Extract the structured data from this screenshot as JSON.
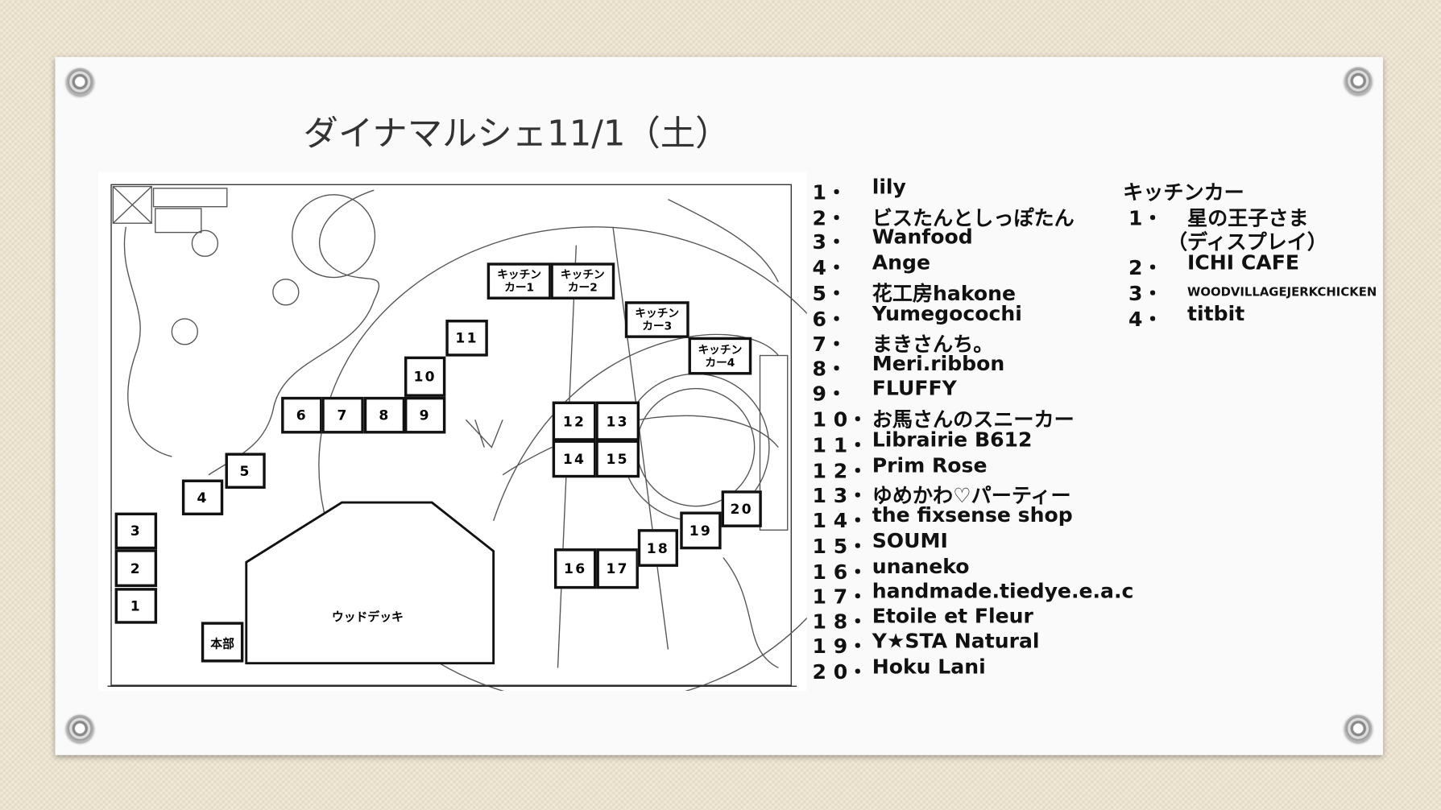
{
  "title": "ダイナマルシェ11/1（土）",
  "map": {
    "booths": [
      "1",
      "2",
      "3",
      "4",
      "5",
      "6",
      "7",
      "8",
      "9",
      "10",
      "11",
      "12",
      "13",
      "14",
      "15",
      "16",
      "17",
      "18",
      "19",
      "20"
    ],
    "kitchen_cars": [
      "キッチン\nカー1",
      "キッチン\nカー2",
      "キッチン\nカー3",
      "キッチン\nカー4"
    ],
    "headquarters": "本部",
    "wood_deck": "ウッドデッキ"
  },
  "vendors": [
    {
      "num": "1・",
      "name": "lily"
    },
    {
      "num": "2・",
      "name": "ビスたんとしっぽたん"
    },
    {
      "num": "3・",
      "name": "Wanfood"
    },
    {
      "num": "4・",
      "name": "Ange"
    },
    {
      "num": "5・",
      "name": "花工房hakone"
    },
    {
      "num": "6・",
      "name": "Yumegocochi"
    },
    {
      "num": "7・",
      "name": "まきさんち。"
    },
    {
      "num": "8・",
      "name": "Meri.ribbon"
    },
    {
      "num": "9・",
      "name": "FLUFFY"
    },
    {
      "num": "1 0・",
      "name": "お馬さんのスニーカー"
    },
    {
      "num": "1 1・",
      "name": "Librairie B612"
    },
    {
      "num": "1 2・",
      "name": "Prim Rose"
    },
    {
      "num": "1 3・",
      "name": "ゆめかわ♡パーティー"
    },
    {
      "num": "1 4・",
      "name": "the fixsense shop"
    },
    {
      "num": "1 5・",
      "name": "SOUMI"
    },
    {
      "num": "1 6・",
      "name": "unaneko"
    },
    {
      "num": "1 7・",
      "name": "handmade.tiedye.e.a.c"
    },
    {
      "num": "1 8・",
      "name": "Etoile et Fleur"
    },
    {
      "num": "1 9・",
      "name": "Y★STA Natural"
    },
    {
      "num": "2 0・",
      "name": "Hoku Lani"
    }
  ],
  "kitchen": {
    "header": "キッチンカー",
    "items": [
      {
        "num": "1・",
        "name": "星の王子さま",
        "sub": "（ディスプレイ）"
      },
      {
        "num": "2・",
        "name": "ICHI CAFE"
      },
      {
        "num": "3・",
        "name": "WOODVILLAGEJERKCHICKEN"
      },
      {
        "num": "4・",
        "name": "titbit"
      }
    ]
  }
}
